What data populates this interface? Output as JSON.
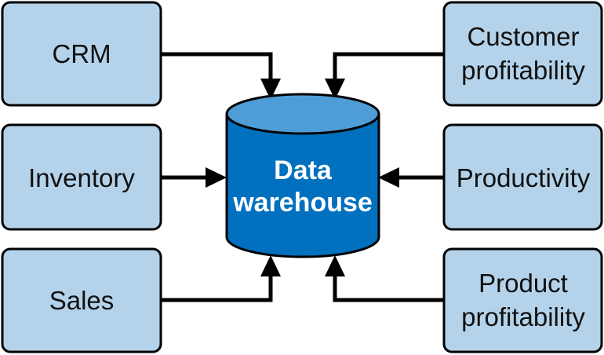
{
  "diagram": {
    "center": {
      "lines": [
        "Data",
        "warehouse"
      ]
    },
    "sources_left": [
      {
        "lines": [
          "CRM"
        ]
      },
      {
        "lines": [
          "Inventory"
        ]
      },
      {
        "lines": [
          "Sales"
        ]
      }
    ],
    "sources_right": [
      {
        "lines": [
          "Customer",
          "profitability"
        ]
      },
      {
        "lines": [
          "Productivity"
        ]
      },
      {
        "lines": [
          "Product",
          "profitability"
        ]
      }
    ],
    "colors": {
      "box_fill": "#b4d3ea",
      "box_stroke": "#000000",
      "cylinder_body": "#0070bf",
      "cylinder_top": "#4f9dd6",
      "arrow": "#000000"
    }
  }
}
